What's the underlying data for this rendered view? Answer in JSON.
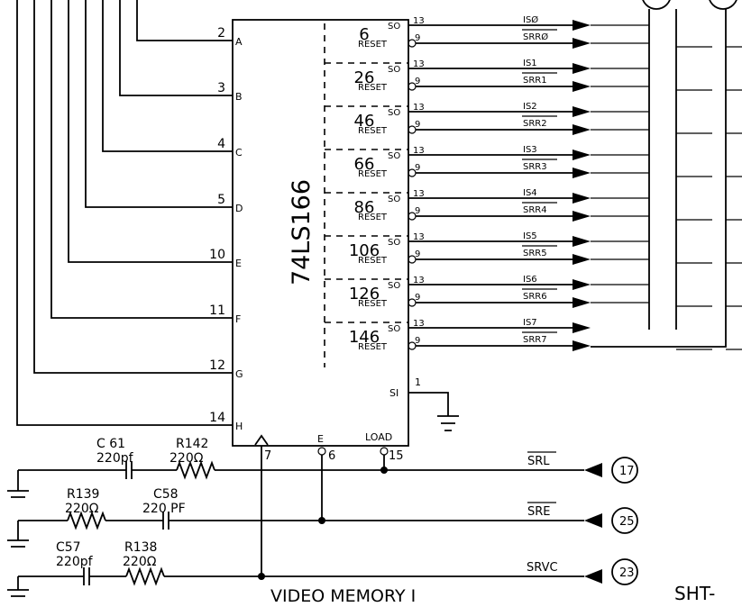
{
  "chip": {
    "name": "74LS166",
    "left_pins": [
      {
        "num": "2",
        "label": "A"
      },
      {
        "num": "3",
        "label": "B"
      },
      {
        "num": "4",
        "label": "C"
      },
      {
        "num": "5",
        "label": "D"
      },
      {
        "num": "10",
        "label": "E"
      },
      {
        "num": "11",
        "label": "F"
      },
      {
        "num": "12",
        "label": "G"
      },
      {
        "num": "14",
        "label": "H"
      }
    ],
    "sections": [
      {
        "id": "6",
        "so_label": "SO",
        "so_pin": "13",
        "so_net": "ISØ",
        "reset_label": "RESET",
        "reset_pin": "9",
        "reset_net": "SRRØ"
      },
      {
        "id": "26",
        "so_label": "SO",
        "so_pin": "13",
        "so_net": "IS1",
        "reset_label": "RESET",
        "reset_pin": "9",
        "reset_net": "SRR1"
      },
      {
        "id": "46",
        "so_label": "SO",
        "so_pin": "13",
        "so_net": "IS2",
        "reset_label": "RESET",
        "reset_pin": "9",
        "reset_net": "SRR2"
      },
      {
        "id": "66",
        "so_label": "SO",
        "so_pin": "13",
        "so_net": "IS3",
        "reset_label": "RESET",
        "reset_pin": "9",
        "reset_net": "SRR3"
      },
      {
        "id": "86",
        "so_label": "SO",
        "so_pin": "13",
        "so_net": "IS4",
        "reset_label": "RESET",
        "reset_pin": "9",
        "reset_net": "SRR4"
      },
      {
        "id": "106",
        "so_label": "SO",
        "so_pin": "13",
        "so_net": "IS5",
        "reset_label": "RESET",
        "reset_pin": "9",
        "reset_net": "SRR5"
      },
      {
        "id": "126",
        "so_label": "SO",
        "so_pin": "13",
        "so_net": "IS6",
        "reset_label": "RESET",
        "reset_pin": "9",
        "reset_net": "SRR6"
      },
      {
        "id": "146",
        "so_label": "SO",
        "so_pin": "13",
        "so_net": "IS7",
        "reset_label": "RESET",
        "reset_pin": "9",
        "reset_net": "SRR7"
      }
    ],
    "si_label": "SI",
    "si_pin": "1",
    "bottom_pins": [
      {
        "num": "7",
        "label": ""
      },
      {
        "num": "6",
        "label": "E"
      },
      {
        "num": "15",
        "label": "LOAD"
      }
    ]
  },
  "components": {
    "c61": {
      "name": "C 61",
      "value": "220pf"
    },
    "r142": {
      "name": "R142",
      "value": "220Ω"
    },
    "r139": {
      "name": "R139",
      "value": "220Ω"
    },
    "c58": {
      "name": "C58",
      "value": "220 PF"
    },
    "c57": {
      "name": "C57",
      "value": "220pf"
    },
    "r138": {
      "name": "R138",
      "value": "220Ω"
    }
  },
  "signals": [
    {
      "net": "SRL",
      "connector": "17"
    },
    {
      "net": "SRE",
      "connector": "25"
    },
    {
      "net": "SRVC",
      "connector": "23"
    }
  ],
  "footer": {
    "title": "VIDEO MEMORY I",
    "sheet": "SHT-"
  }
}
